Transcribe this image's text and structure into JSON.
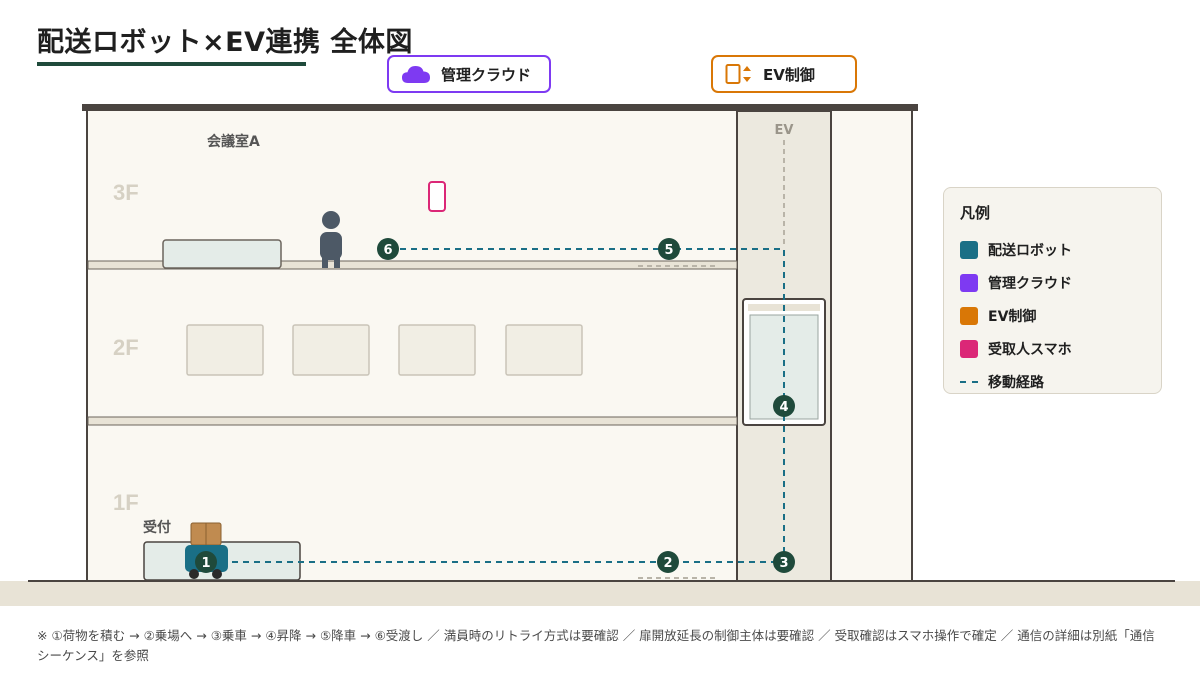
{
  "title": "配送ロボット×EV連携 全体図",
  "callouts": {
    "cloud": "管理クラウド",
    "ev": "EV制御"
  },
  "floors": {
    "f3": "3F",
    "f2": "2F",
    "f1": "1F",
    "meeting_room": "会議室A",
    "reception": "受付",
    "ev_shaft": "EV"
  },
  "legend": {
    "title": "凡例",
    "items": [
      {
        "label": "配送ロボット",
        "color": "#1a6f86"
      },
      {
        "label": "管理クラウド",
        "color": "#7e3af2"
      },
      {
        "label": "EV制御",
        "color": "#d97706"
      },
      {
        "label": "受取人スマホ",
        "color": "#db2777"
      }
    ],
    "route_label": "移動経路"
  },
  "steps": [
    "1",
    "2",
    "3",
    "4",
    "5",
    "6"
  ],
  "note": "※ ①荷物を積む → ②乗場へ → ③乗車 → ④昇降 → ⑤降車 → ⑥受渡し ／ 満員時のリトライ方式は要確認 ／ 扉開放延長の制御主体は要確認 ／ 受取確認はスマホ操作で確定 ／ 通信の詳細は別紙「通信シーケンス」を参照",
  "colors": {
    "robot": "#1a6f86",
    "cloud": "#7e3af2",
    "ev": "#d97706",
    "phone": "#db2777",
    "step_badge": "#1f4a3b",
    "building_fill": "#faf8f2",
    "building_line": "#4a4440"
  }
}
